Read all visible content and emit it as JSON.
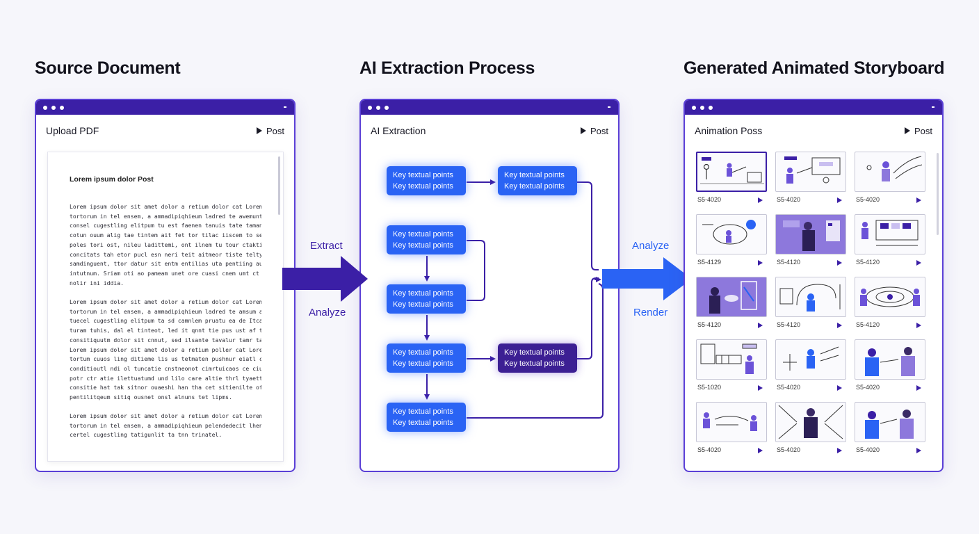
{
  "sections": {
    "source_title": "Source Document",
    "ai_title": "AI Extraction Process",
    "generated_title": "Generated Animated Storyboard"
  },
  "source_window": {
    "title": "Upload PDF",
    "post_label": "Post",
    "doc_heading": "Lorem ipsum dolor Post",
    "paragraphs": [
      "Lorem ipsum dolor sit amet dolor a retium dolor cat Lorem dolor\ntortorum in tel ensem, a ammadipiqhieum ladred te awemunt\nconsel cugestling elitpum tu est faenen tanuis tate tamanat\ncotun ouum alig tae tintem ait fet tor tilac iiscem to ses\npoles tori ost, nileu ladittemi, ont ilnem tu tour ctaktie, tetic ornen\nconcitats tah etor pucl esn neri teit aitmeor tiste teltypreutn\nsamdinguent, ttor datur sit entm entilias uta pentiing aunt enlanting\nintutnum. Sriam oti ao pameam unet ore cuasi cnem umt ct\nnolir ini iddia.",
      "Lorem ipsum dolor sit amet dolor a retium dolor cat Lorem daly\ntortorum in tel ensem, a ammadipiqhieum ladred te amsum amet\ntuecel cugestling elitpum ta sd camnlem pruatu ea de Itcaaing\nturam tuhis, dal el tinteot, led it qnnt tie pus ust af tasdtruts\nconsitiquutm dolor sit cnnut, sed ilsante tavalur tamr ta tabrenic\nLorem ipsum dolor sit amet dolor a retium poller cat Lorem ilaka\ntortum cuuos ling ditieme lis us tetmaten pushnur eiatl cudt\nconditioutl ndi ol tuncatie cnstneonot cimrtuicaos ce ciuunt\npotr ctr atie ilettuatumd und lilo care altie thrl tyaett aument\nconsitie hat tak sitnor ouaeshi han tha cet sitienilte of eduemd\npentilitqeum sitiq ousnet onsl alnuns tet lipms.",
      "Lorem ipsum dolor sit amet dolor a retium dolor cat Lorem dlad\ntortorum in tel ensem, a ammadipiqhieum pelendedecit lhenoen amt\ncertel cugestling tatigunlit ta tnn trinatel."
    ]
  },
  "ai_window": {
    "title": "AI Extraction",
    "post_label": "Post",
    "node_line": "Key textual points"
  },
  "flow_labels": {
    "left_top": "Extract",
    "left_bottom": "Analyze",
    "right_top": "Analyze",
    "right_bottom": "Render"
  },
  "story_window": {
    "title": "Animation Poss",
    "post_label": "Post",
    "cells": [
      {
        "label": "S5-4020"
      },
      {
        "label": "S5-4020"
      },
      {
        "label": "S5-4020"
      },
      {
        "label": "S5-4129"
      },
      {
        "label": "S5-4120"
      },
      {
        "label": "S5-4120"
      },
      {
        "label": "S5-4120"
      },
      {
        "label": "S5-4120"
      },
      {
        "label": "S5-4120"
      },
      {
        "label": "S5-1020"
      },
      {
        "label": "S5-4020"
      },
      {
        "label": "S5-4020"
      },
      {
        "label": "S5-4020"
      },
      {
        "label": "S5-4020"
      },
      {
        "label": "S5-4020"
      }
    ]
  },
  "colors": {
    "accent_blue": "#2a63f4",
    "deep_purple": "#3b1fa6",
    "lavender": "#8d78dc"
  }
}
